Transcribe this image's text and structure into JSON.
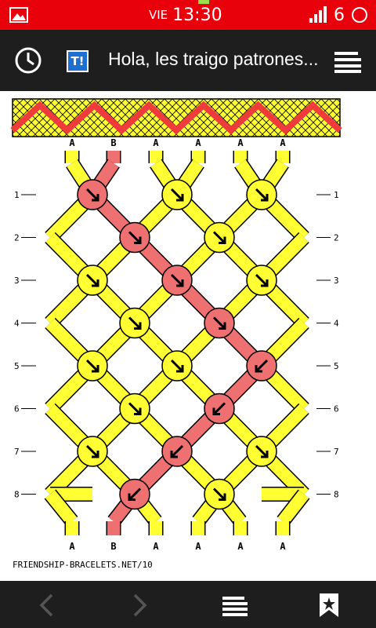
{
  "status_bar": {
    "day": "VIE",
    "time": "13:30",
    "battery_text": "6"
  },
  "toolbar": {
    "logo_text": "T!",
    "page_title": "Hola, les traigo patrones..."
  },
  "pattern": {
    "rows": 8,
    "row_labels": [
      "1",
      "2",
      "3",
      "4",
      "5",
      "6",
      "7",
      "8"
    ],
    "top_strands": [
      "A",
      "B",
      "A",
      "A",
      "A",
      "A"
    ],
    "bottom_strands": [
      "A",
      "B",
      "A",
      "A",
      "A",
      "A"
    ],
    "footer": "FRIENDSHIP-BRACELETS.NET/10",
    "colors": {
      "A": "#ffff33",
      "B": "#ef7070",
      "outline": "#000000"
    },
    "knots": [
      {
        "row": 1,
        "col": 0,
        "color": "B",
        "dir": "se"
      },
      {
        "row": 1,
        "col": 1,
        "color": "A",
        "dir": "se"
      },
      {
        "row": 1,
        "col": 2,
        "color": "A",
        "dir": "se"
      },
      {
        "row": 2,
        "col": 0,
        "color": "B",
        "dir": "se"
      },
      {
        "row": 2,
        "col": 1,
        "color": "A",
        "dir": "se"
      },
      {
        "row": 3,
        "col": 0,
        "color": "A",
        "dir": "se"
      },
      {
        "row": 3,
        "col": 1,
        "color": "B",
        "dir": "se"
      },
      {
        "row": 3,
        "col": 2,
        "color": "A",
        "dir": "se"
      },
      {
        "row": 4,
        "col": 0,
        "color": "A",
        "dir": "se"
      },
      {
        "row": 4,
        "col": 1,
        "color": "B",
        "dir": "se"
      },
      {
        "row": 5,
        "col": 0,
        "color": "A",
        "dir": "se"
      },
      {
        "row": 5,
        "col": 1,
        "color": "A",
        "dir": "se"
      },
      {
        "row": 5,
        "col": 2,
        "color": "B",
        "dir": "sw"
      },
      {
        "row": 6,
        "col": 0,
        "color": "A",
        "dir": "se"
      },
      {
        "row": 6,
        "col": 1,
        "color": "B",
        "dir": "sw"
      },
      {
        "row": 7,
        "col": 0,
        "color": "A",
        "dir": "se"
      },
      {
        "row": 7,
        "col": 1,
        "color": "B",
        "dir": "sw"
      },
      {
        "row": 7,
        "col": 2,
        "color": "A",
        "dir": "se"
      },
      {
        "row": 8,
        "col": 0,
        "color": "B",
        "dir": "sw"
      },
      {
        "row": 8,
        "col": 1,
        "color": "A",
        "dir": "se"
      }
    ]
  }
}
